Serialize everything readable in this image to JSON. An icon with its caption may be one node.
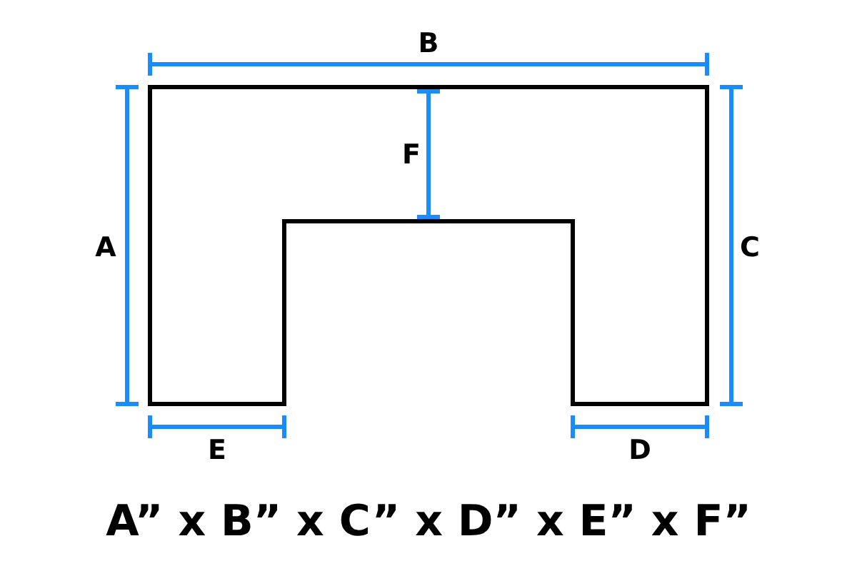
{
  "diagram": {
    "caption": "A” x B” x C” x D” x E” x F”",
    "labels": [
      "B",
      "F",
      "A",
      "C",
      "E",
      "D"
    ]
  }
}
